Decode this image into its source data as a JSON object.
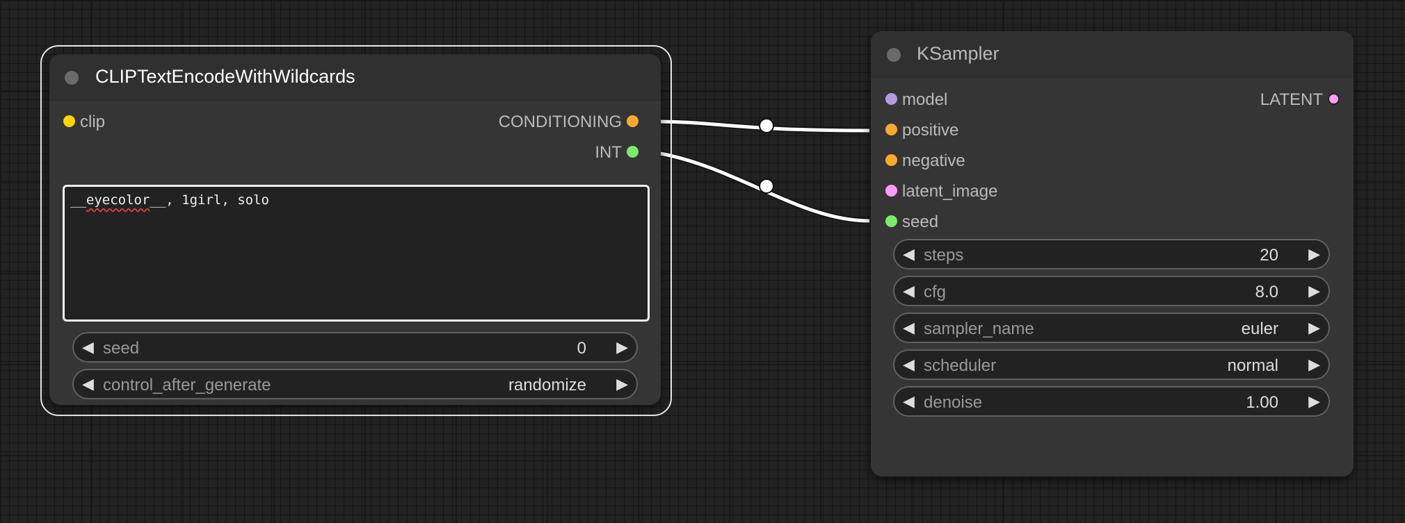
{
  "colors": {
    "clip": "#ffd500",
    "conditioning": "#ffa931",
    "int": "#7eea6b",
    "model": "#b39ddb",
    "latent": "#ff9cf9",
    "wire": "#ffffff"
  },
  "node_clip": {
    "title": "CLIPTextEncodeWithWildcards",
    "inputs": [
      {
        "label": "clip"
      }
    ],
    "outputs": [
      {
        "label": "CONDITIONING"
      },
      {
        "label": "INT"
      }
    ],
    "text": {
      "misspelled": "eyecolor",
      "rest": "__, 1girl, solo"
    },
    "widgets": [
      {
        "label": "seed",
        "value": "0"
      },
      {
        "label": "control_after_generate",
        "value": "randomize"
      }
    ]
  },
  "node_ksampler": {
    "title": "KSampler",
    "inputs": [
      {
        "label": "model"
      },
      {
        "label": "positive"
      },
      {
        "label": "negative"
      },
      {
        "label": "latent_image"
      },
      {
        "label": "seed"
      }
    ],
    "outputs": [
      {
        "label": "LATENT"
      }
    ],
    "widgets": [
      {
        "label": "steps",
        "value": "20"
      },
      {
        "label": "cfg",
        "value": "8.0"
      },
      {
        "label": "sampler_name",
        "value": "euler"
      },
      {
        "label": "scheduler",
        "value": "normal"
      },
      {
        "label": "denoise",
        "value": "1.00"
      }
    ]
  }
}
